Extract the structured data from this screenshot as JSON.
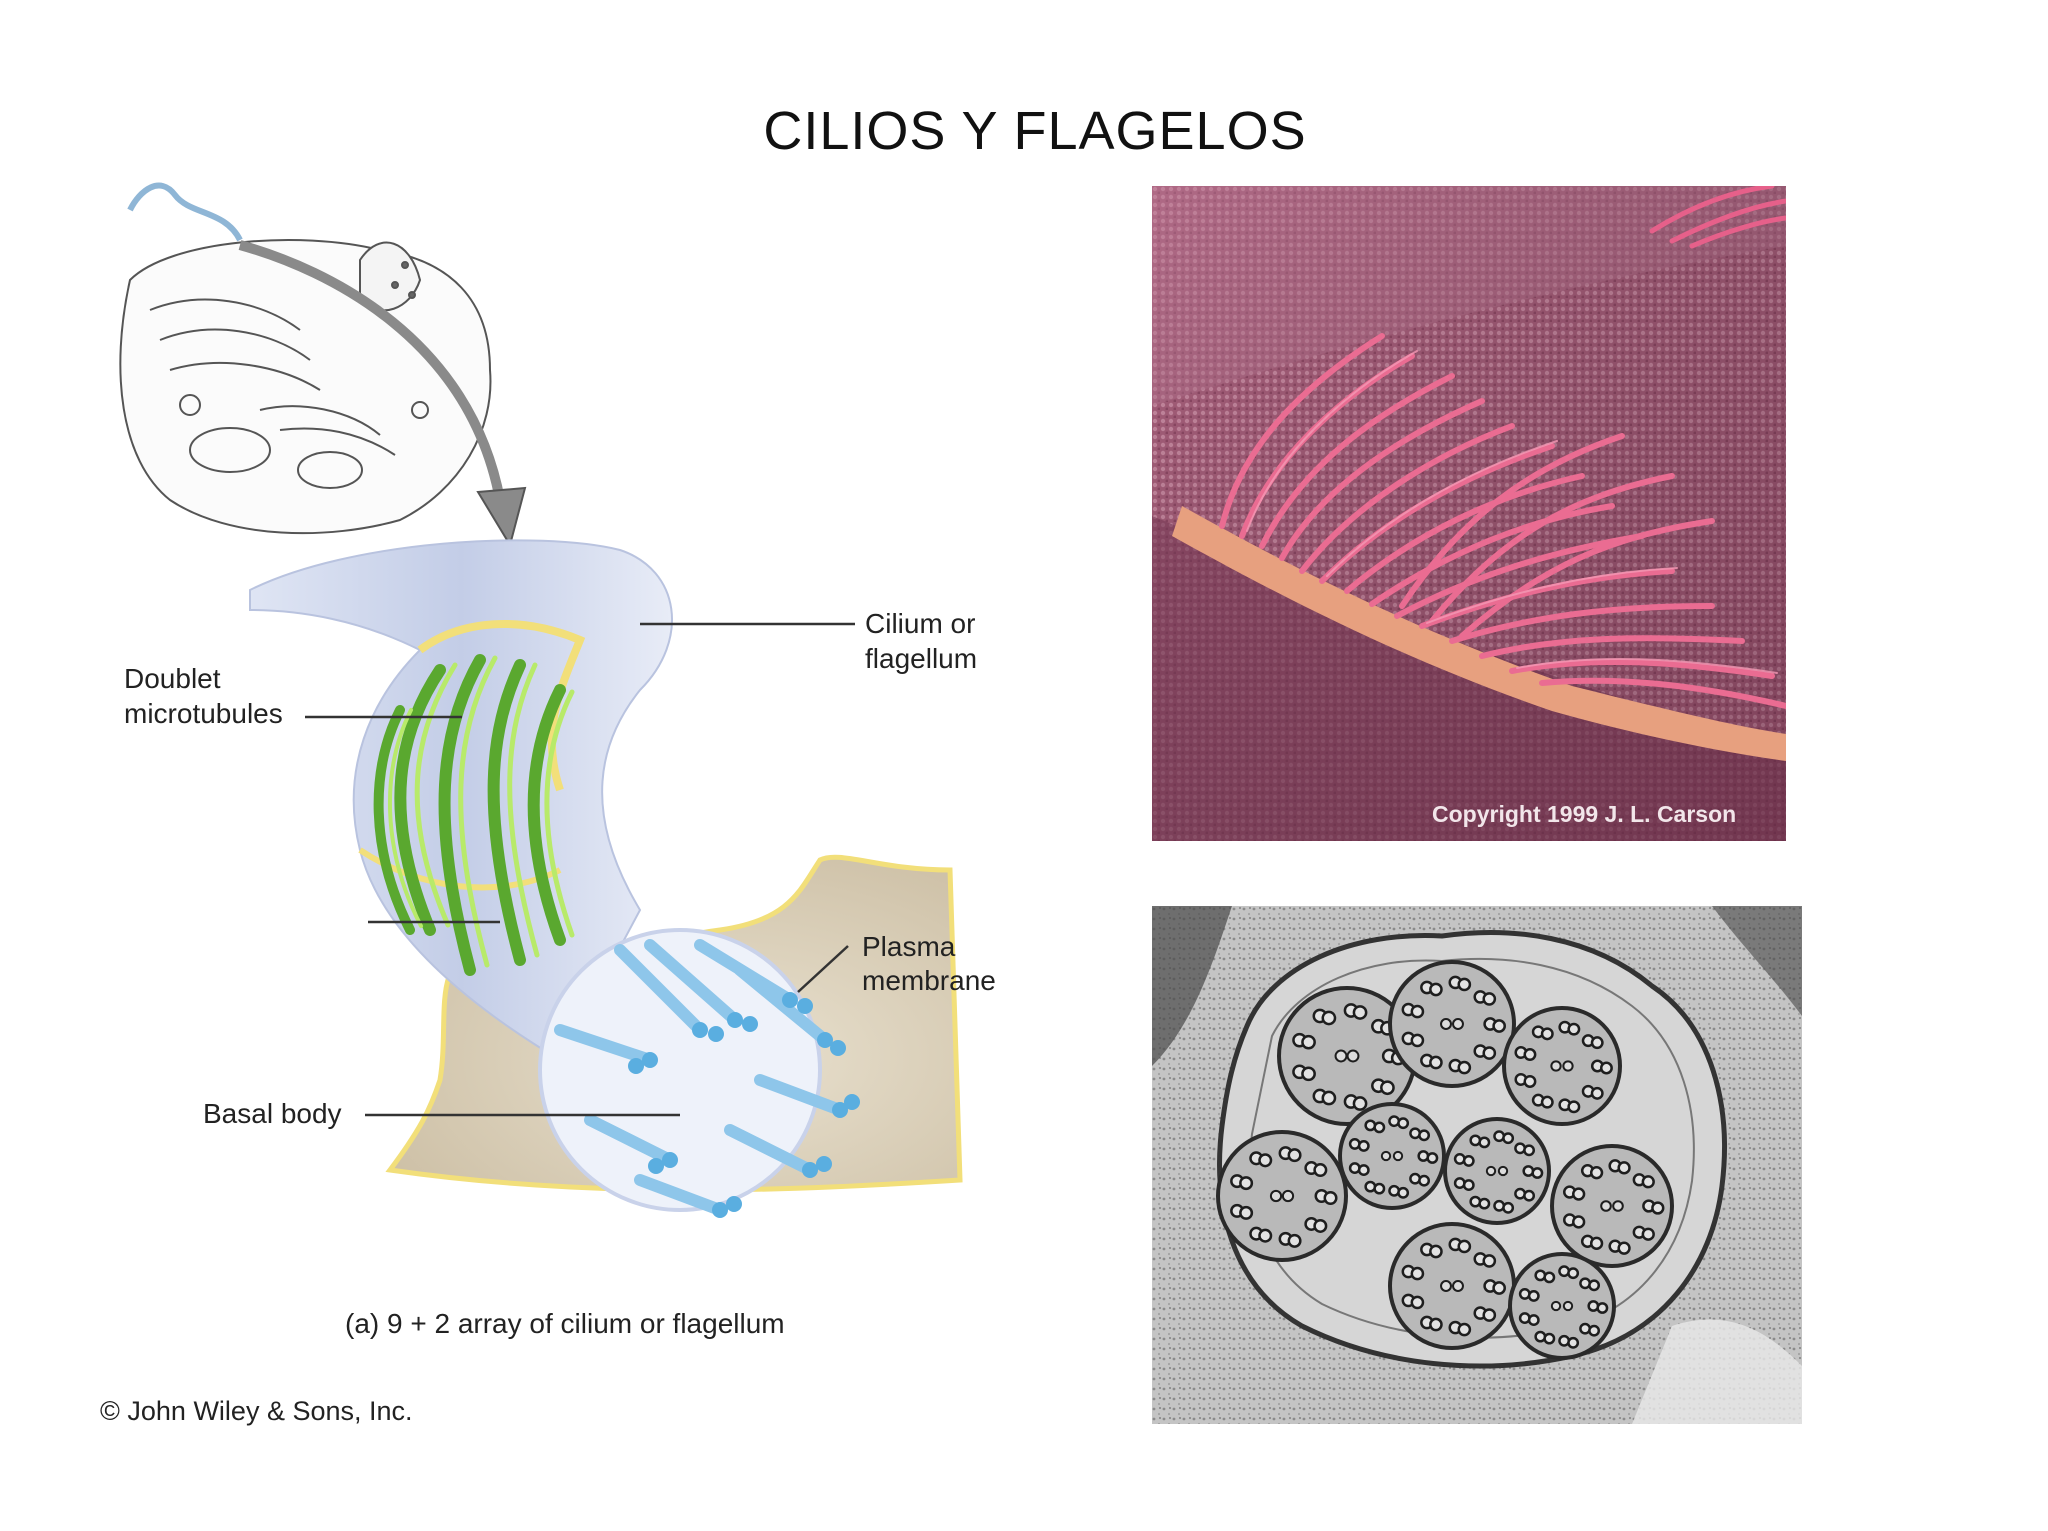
{
  "slide": {
    "title": "CILIOS Y FLAGELOS"
  },
  "diagram": {
    "labels": {
      "cilium_line1": "Cilium or",
      "cilium_line2": "flagellum",
      "doublet_line1": "Doublet",
      "doublet_line2": "microtubules",
      "plasma_line1": "Plasma",
      "plasma_line2": "membrane",
      "basal_body": "Basal body"
    },
    "caption": "(a) 9 + 2 array of cilium or flagellum",
    "credit": "© John Wiley & Sons, Inc."
  },
  "micrograph_sem": {
    "copyright": "Copyright 1999 J. L. Carson"
  },
  "colors": {
    "tube_green": "#7cc242",
    "tube_blue": "#8ec6ea",
    "membrane_yellow": "#f2df7a",
    "shaft_lavender": "#c9d2ea",
    "cilia_pink": "#e8587f",
    "tissue_mauve": "#a85a78"
  }
}
